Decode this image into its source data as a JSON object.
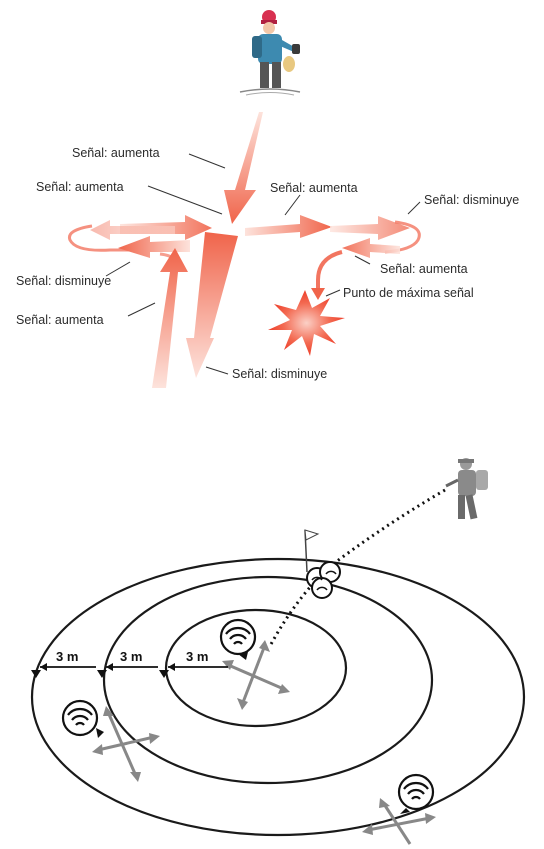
{
  "search_diagram": {
    "labels": {
      "l1": "Señal: aumenta",
      "l2": "Señal: aumenta",
      "l3": "Señal: aumenta",
      "l4": "Señal: disminuye",
      "l5": "Señal: disminuye",
      "l6": "Señal: aumenta",
      "l7": "Punto de máxima señal",
      "l8": "Señal: aumenta",
      "l9": "Señal: disminuye"
    }
  },
  "circle_diagram": {
    "distance_labels": [
      "3 m",
      "3 m",
      "3 m"
    ]
  },
  "colors": {
    "arrow": "#f0644a",
    "arrow_light": "#fbd3c8",
    "burst": "#f04a35",
    "ring": "#1a1a1a"
  }
}
